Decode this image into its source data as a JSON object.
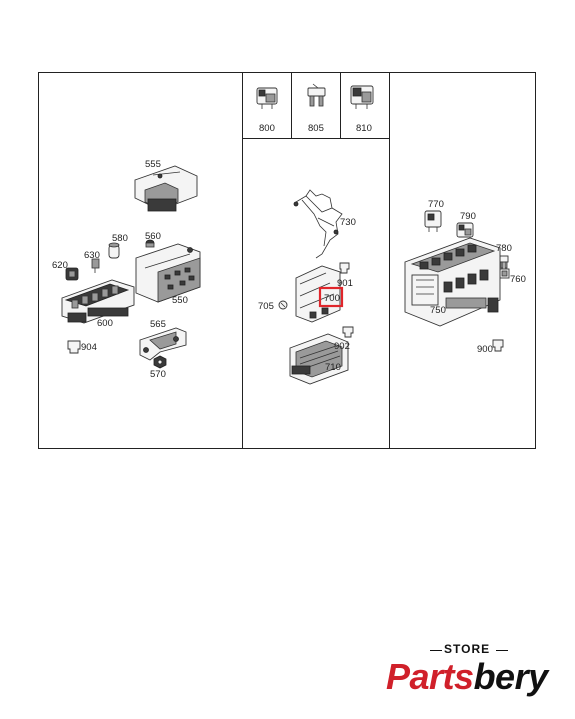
{
  "diagram": {
    "callouts": {
      "c800": "800",
      "c805": "805",
      "c810": "810",
      "c555": "555",
      "c580": "580",
      "c630": "630",
      "c560": "560",
      "c620": "620",
      "c550": "550",
      "c600": "600",
      "c565": "565",
      "c904": "904",
      "c570": "570",
      "c730": "730",
      "c901": "901",
      "c705": "705",
      "c700": "700",
      "c902": "902",
      "c710": "710",
      "c770": "770",
      "c790": "790",
      "c780": "780",
      "c760": "760",
      "c750": "750",
      "c900": "900"
    },
    "highlight_color": "#e0262b"
  },
  "logo": {
    "store": "STORE",
    "brand_part1": "Parts",
    "brand_part2": "bery",
    "brand_color": "#d0202a"
  }
}
